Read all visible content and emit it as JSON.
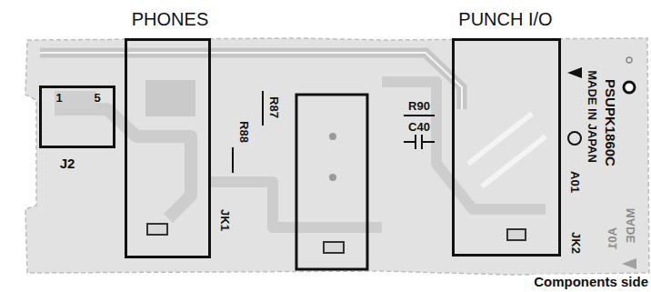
{
  "diagram": {
    "nodes": [
      {
        "text": [
          "1",
          "5",
          "J2"
        ]
      },
      {
        "text": [
          "PHONES",
          "JK1"
        ]
      },
      {
        "text": [
          "PUNCH I/O",
          "JK2"
        ]
      }
    ],
    "labels": [
      "R88",
      "R87",
      "R90",
      "C40",
      "PSUPK1860C",
      "MADE IN JAPAN",
      "A01",
      "Components side",
      "MADE",
      "A01"
    ]
  }
}
